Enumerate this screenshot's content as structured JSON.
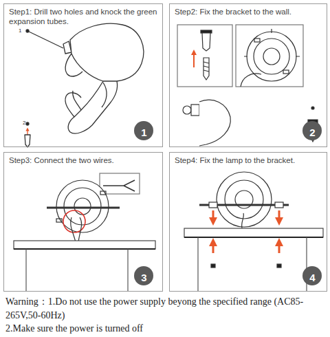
{
  "diagram": {
    "nodes": [
      {
        "text": [
          "Step1: Drill two holes and knock the green expansion tubes."
        ]
      },
      {
        "text": [
          "1"
        ],
        "in": 0
      },
      {
        "text": [
          "Step2: Fix the bracket to the wall."
        ]
      },
      {
        "text": [
          "2"
        ],
        "in": 2
      },
      {
        "text": [
          "Step3: Connect the two wires."
        ]
      },
      {
        "text": [
          "3"
        ],
        "in": 4
      },
      {
        "text": [
          "Step4: Fix the lamp to the bracket."
        ]
      },
      {
        "text": [
          "4"
        ],
        "in": 6
      }
    ],
    "labels": [
      "1",
      "2",
      "Warning：1.Do not use the power supply beyong the specified range (AC85-265V,50-60Hz)",
      "2.Make sure the power is turned off"
    ]
  }
}
